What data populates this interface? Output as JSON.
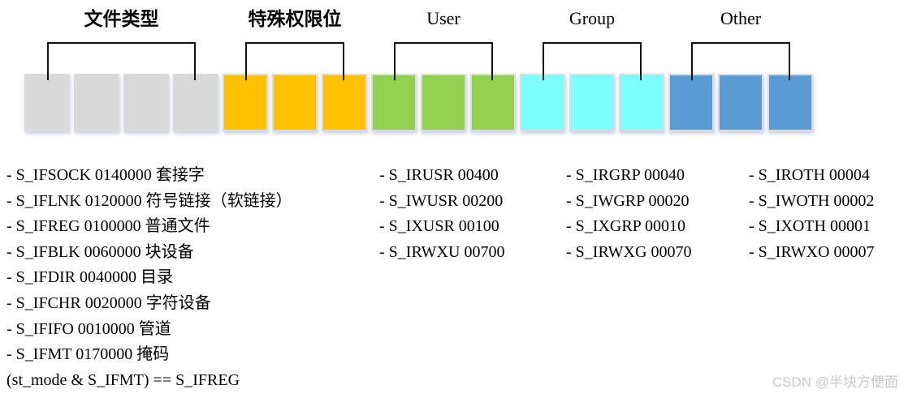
{
  "diagram": {
    "bit_groups": [
      {
        "label": "文件类型",
        "color": "#d9d9d9",
        "count": 4
      },
      {
        "label": "特殊权限位",
        "color": "#ffc000",
        "count": 3
      },
      {
        "label": "User",
        "color": "#92d050",
        "count": 3
      },
      {
        "label": "Group",
        "color": "#7dffff",
        "count": 3
      },
      {
        "label": "Other",
        "color": "#5b9bd5",
        "count": 3
      }
    ]
  },
  "lists": {
    "file_types": {
      "items": [
        "- S_IFSOCK 0140000 套接字",
        "- S_IFLNK 0120000 符号链接（软链接）",
        "- S_IFREG 0100000 普通文件",
        "- S_IFBLK 0060000 块设备",
        "- S_IFDIR 0040000 目录",
        "- S_IFCHR 0020000 字符设备",
        "- S_IFIFO 0010000 管道",
        "- S_IFMT 0170000 掩码"
      ],
      "footnote": "(st_mode & S_IFMT) == S_IFREG"
    },
    "user": [
      "- S_IRUSR 00400",
      "- S_IWUSR 00200",
      "- S_IXUSR 00100",
      "- S_IRWXU 00700"
    ],
    "group": [
      "- S_IRGRP 00040",
      "- S_IWGRP 00020",
      "- S_IXGRP 00010",
      "- S_IRWXG 00070"
    ],
    "other": [
      "- S_IROTH 00004",
      "- S_IWOTH 00002",
      "- S_IXOTH 00001",
      "- S_IRWXO 00007"
    ]
  },
  "watermark": "CSDN @半块方便面"
}
